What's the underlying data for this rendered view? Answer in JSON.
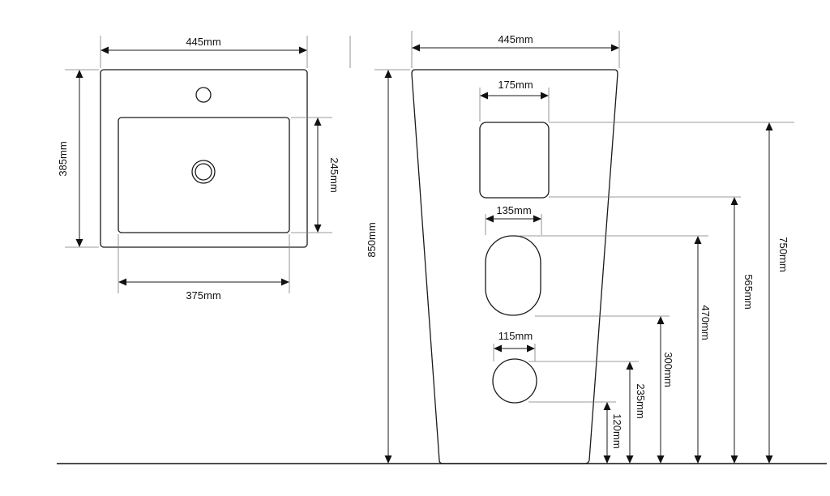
{
  "top_view": {
    "labels": {
      "width_outer": "445mm",
      "depth_outer": "385mm",
      "basin_depth": "245mm",
      "basin_width": "375mm"
    }
  },
  "front_view": {
    "labels": {
      "top_width": "445mm",
      "height_total": "850mm",
      "cutout_upper_width": "175mm",
      "cutout_middle_width": "135mm",
      "cutout_lower_width": "115mm",
      "h_750": "750mm",
      "h_565": "565mm",
      "h_470": "470mm",
      "h_300": "300mm",
      "h_235": "235mm",
      "h_120": "120mm"
    }
  }
}
